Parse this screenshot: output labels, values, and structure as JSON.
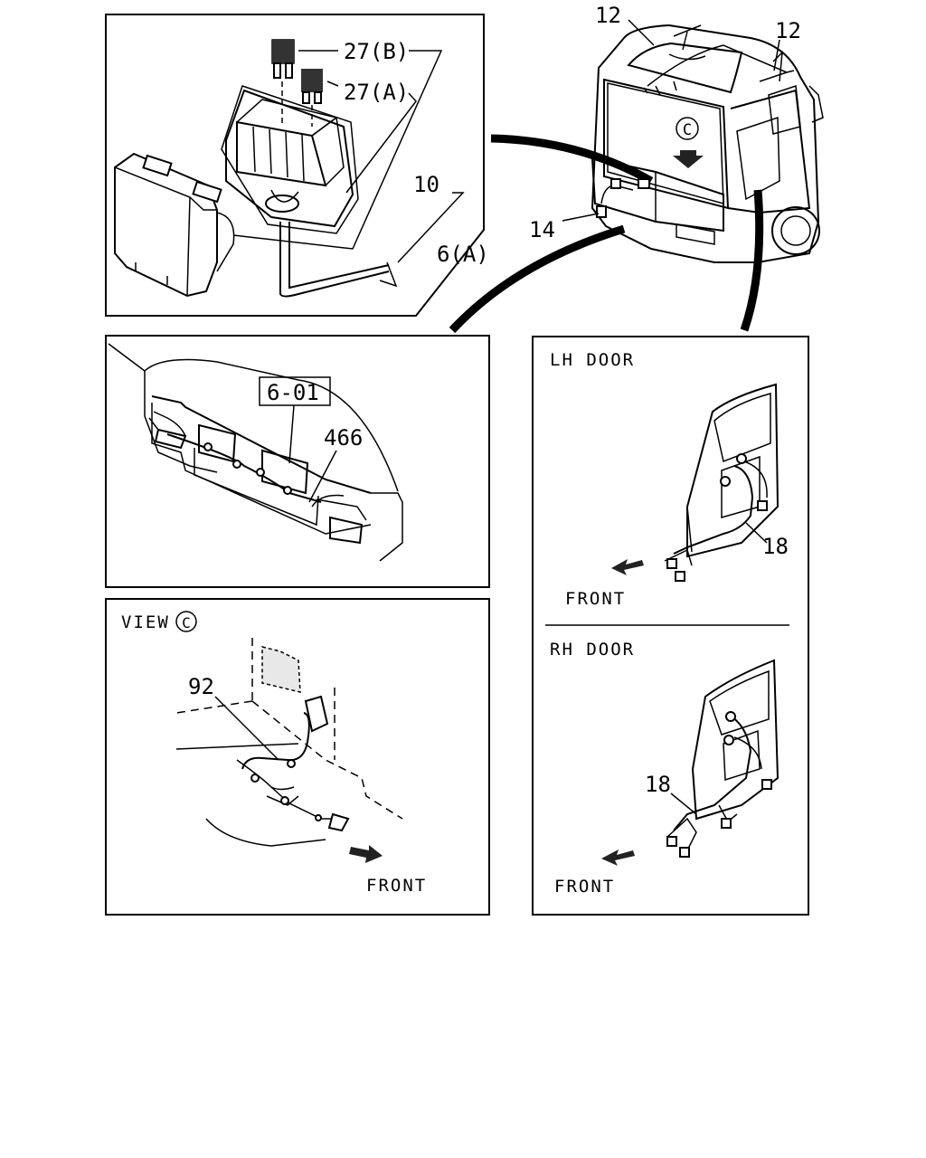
{
  "labels": {
    "part_27b": "27(B)",
    "part_27a": "27(A)",
    "part_10": "10",
    "part_6a": "6(A)",
    "part_12_left": "12",
    "part_12_right": "12",
    "part_14": "14",
    "view_c_mark": "C",
    "ref_6_01": "6-01",
    "part_466": "466",
    "lh_door": "LH DOOR",
    "rh_door": "RH DOOR",
    "part_18_lh": "18",
    "part_18_rh": "18",
    "front_lh": "FRONT",
    "front_rh": "FRONT",
    "view_c_title": "VIEW",
    "view_c_title_mark": "C",
    "part_92": "92",
    "front_view_c": "FRONT"
  }
}
